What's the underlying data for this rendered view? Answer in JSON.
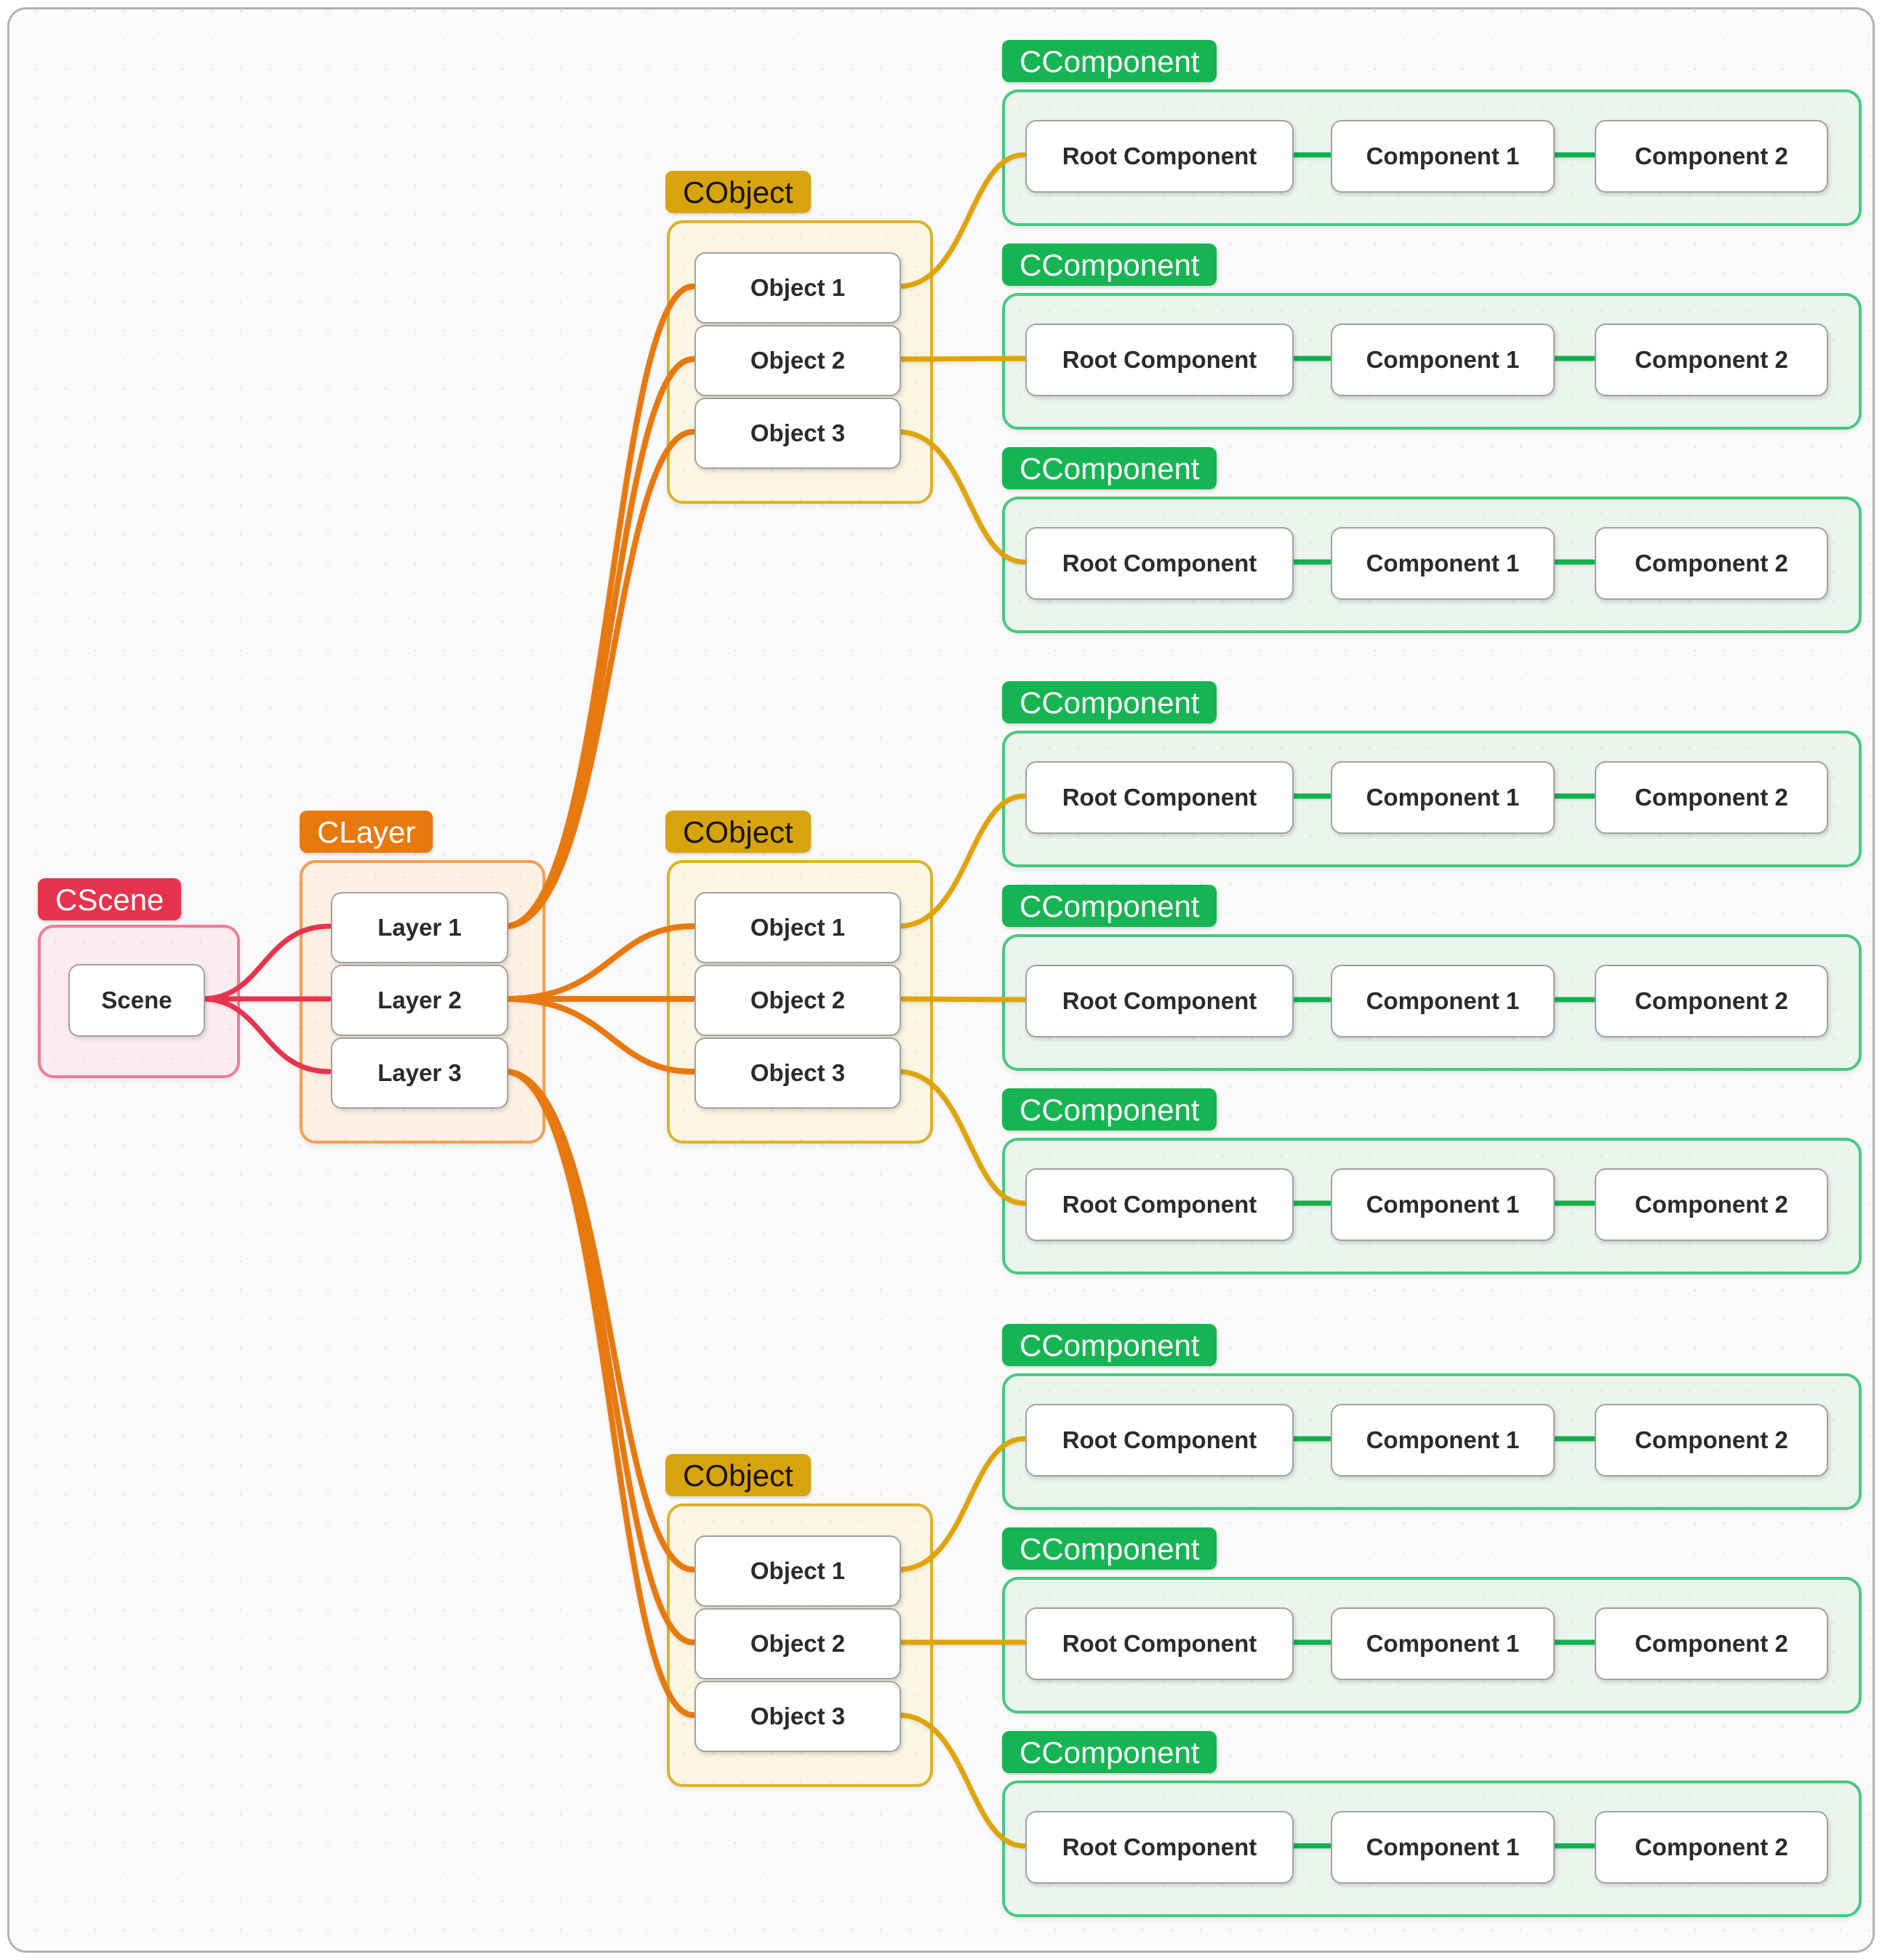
{
  "diagram": {
    "scene": {
      "badge": "CScene",
      "nodes": [
        "Scene"
      ]
    },
    "layer": {
      "badge": "CLayer",
      "nodes": [
        "Layer 1",
        "Layer 2",
        "Layer 3"
      ]
    },
    "objects": [
      {
        "badge": "CObject",
        "nodes": [
          "Object 1",
          "Object 2",
          "Object 3"
        ]
      },
      {
        "badge": "CObject",
        "nodes": [
          "Object 1",
          "Object 2",
          "Object 3"
        ]
      },
      {
        "badge": "CObject",
        "nodes": [
          "Object 1",
          "Object 2",
          "Object 3"
        ]
      }
    ],
    "components": [
      {
        "badge": "CComponent",
        "nodes": [
          "Root Component",
          "Component 1",
          "Component 2"
        ]
      },
      {
        "badge": "CComponent",
        "nodes": [
          "Root Component",
          "Component 1",
          "Component 2"
        ]
      },
      {
        "badge": "CComponent",
        "nodes": [
          "Root Component",
          "Component 1",
          "Component 2"
        ]
      },
      {
        "badge": "CComponent",
        "nodes": [
          "Root Component",
          "Component 1",
          "Component 2"
        ]
      },
      {
        "badge": "CComponent",
        "nodes": [
          "Root Component",
          "Component 1",
          "Component 2"
        ]
      },
      {
        "badge": "CComponent",
        "nodes": [
          "Root Component",
          "Component 1",
          "Component 2"
        ]
      },
      {
        "badge": "CComponent",
        "nodes": [
          "Root Component",
          "Component 1",
          "Component 2"
        ]
      },
      {
        "badge": "CComponent",
        "nodes": [
          "Root Component",
          "Component 1",
          "Component 2"
        ]
      },
      {
        "badge": "CComponent",
        "nodes": [
          "Root Component",
          "Component 1",
          "Component 2"
        ]
      }
    ]
  },
  "colors": {
    "scene_accent": "#e6344e",
    "scene_border": "#ee7e93",
    "scene_fill": "#fbecef",
    "layer_accent": "#e8790f",
    "layer_border": "#f2a054",
    "layer_fill": "#fcf1e3",
    "object_accent": "#d8a40d",
    "object_border": "#dcb32b",
    "object_fill": "#faf6e2",
    "component_accent": "#16b452",
    "component_border": "#49c980",
    "component_fill": "#ebf5ee",
    "edge_object": "#dfa408",
    "edge_component": "#10b04d"
  }
}
